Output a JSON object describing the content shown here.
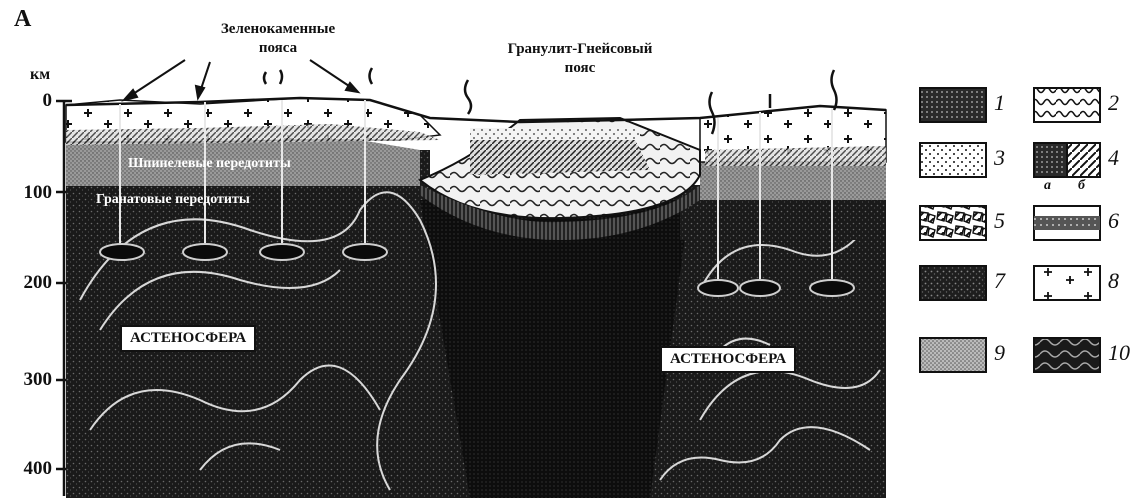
{
  "panel_label": "А",
  "axis": {
    "unit": "км",
    "ticks": [
      "0",
      "100",
      "200",
      "300",
      "400"
    ]
  },
  "labels": {
    "greenstone_belts": "Зеленокаменные\nпояса",
    "granulite_belt": "Гранулит-Гнейсовый\nпояс",
    "spinel_peridotites": "Шпинелевые передотиты",
    "garnet_peridotites": "Гранатовые передотиты",
    "asthenosphere_left": "АСТЕНОСФЕРА",
    "asthenosphere_right": "АСТЕНОСФЕРА"
  },
  "legend": [
    {
      "num": "1",
      "pattern": "dense-hatch"
    },
    {
      "num": "2",
      "pattern": "wavy"
    },
    {
      "num": "3",
      "pattern": "dots"
    },
    {
      "num": "4",
      "pattern": "split",
      "sub": [
        "а",
        "б"
      ]
    },
    {
      "num": "5",
      "pattern": "blocks"
    },
    {
      "num": "6",
      "pattern": "band"
    },
    {
      "num": "7",
      "pattern": "dark-speckle"
    },
    {
      "num": "8",
      "pattern": "crosses"
    },
    {
      "num": "9",
      "pattern": "grey-stipple"
    },
    {
      "num": "10",
      "pattern": "dark-swirl"
    }
  ]
}
